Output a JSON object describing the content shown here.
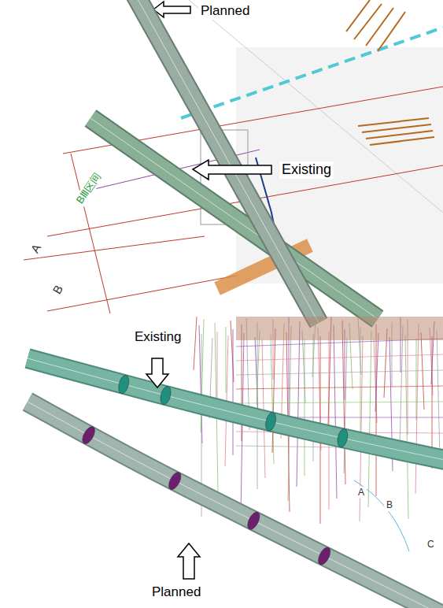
{
  "diagram": {
    "labels": [
      "Planned",
      "Existing",
      "A",
      "B",
      "BⅢ区间",
      "Existing",
      "Planned",
      "A",
      "B",
      "C"
    ]
  }
}
